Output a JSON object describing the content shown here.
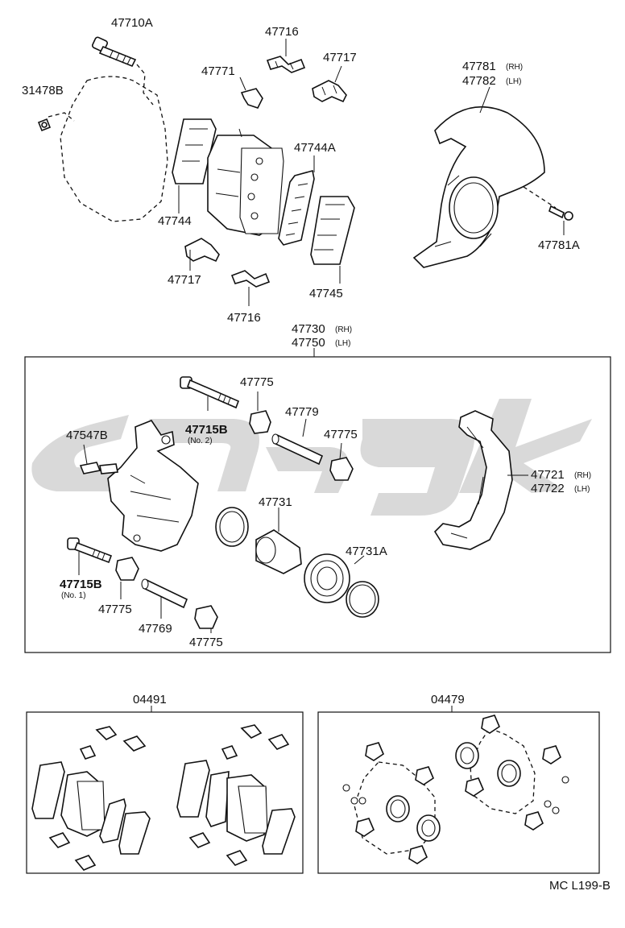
{
  "labels": {
    "p47710A": "47710A",
    "p47716_top": "47716",
    "p47717_top": "47717",
    "p47771": "47771",
    "p31478B": "31478B",
    "p47781": "47781",
    "p47781_rh": "(RH)",
    "p47782": "47782",
    "p47782_lh": "(LH)",
    "p47744A": "47744A",
    "p47744": "47744",
    "p47781A": "47781A",
    "p47717_bot": "47717",
    "p47745": "47745",
    "p47716_bot": "47716",
    "p47730": "47730",
    "p47730_rh": "(RH)",
    "p47750": "47750",
    "p47750_lh": "(LH)",
    "p47775_a": "47775",
    "p47715B_2": "47715B",
    "no2": "(No. 2)",
    "p47779": "47779",
    "p47775_b": "47775",
    "p47547B": "47547B",
    "p47721": "47721",
    "p47721_rh": "(RH)",
    "p47722": "47722",
    "p47722_lh": "(LH)",
    "p47731": "47731",
    "p47731A": "47731A",
    "p47715B_1": "47715B",
    "no1": "(No. 1)",
    "p47775_c": "47775",
    "p47769": "47769",
    "p47775_d": "47775",
    "p04491": "04491",
    "p04479": "04479",
    "code": "MC L199-B"
  },
  "colors": {
    "ink": "#111111",
    "watermark": "#b9b9b9"
  }
}
